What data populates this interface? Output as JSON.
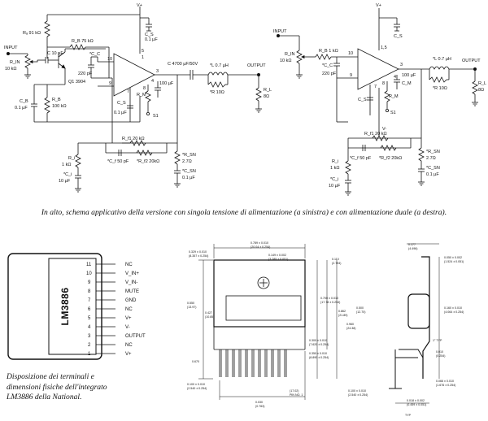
{
  "captions": {
    "top": "In alto, schema applicativo della versione con singola tensione di alimentazione (a sinistra) e con alimentazione duale (a destra).",
    "bottom_lines": [
      "Disposizione dei terminali e",
      "dimensioni fisiche dell'integrato",
      "LM3886 della National."
    ]
  },
  "left_schematic": {
    "vplus": "V+",
    "ra": "Rₐ 91 kΩ",
    "rb": "R_B 75 kΩ",
    "input": "INPUT",
    "rin": "R_IN",
    "rin_val": "10 kΩ",
    "c10": "C 10 µF",
    "cc_star": "*C_C",
    "cc_val": "220 pF",
    "q1": "Q1 3904",
    "cb": "C_B",
    "cb_val": "0.1 µF",
    "rb2": "R_B",
    "rb2_val": "100 kΩ",
    "cs": "C_S",
    "cs_val": "0.1 µF",
    "cs2": "C_S",
    "cs2_val": "0.1 µF",
    "c4700": "C 4700 µF/50V",
    "l": "*L 0.7 µH",
    "r10": "*R 10Ω",
    "output": "OUTPUT",
    "rl": "R_L",
    "rl_val": "8Ω",
    "c100": "100 µF",
    "rm": "R_M",
    "s1": "S1",
    "rf": "R_f1 20 kΩ",
    "ri": "R_i",
    "ri_val": "1 kΩ",
    "ci": "*C_i",
    "ci_val": "10 µF",
    "cf": "*C_f 50 pF",
    "rf2": "*R_f2 20kΩ",
    "rsn": "*R_SN",
    "rsn_val": "2.7Ω",
    "csn": "*C_SN",
    "csn_val": "0.1 µF",
    "pins": [
      "10",
      "9",
      "3",
      "4",
      "7",
      "8",
      "1",
      "5"
    ]
  },
  "right_schematic": {
    "vplus": "V+",
    "vminus": "V-",
    "input": "INPUT",
    "rb": "R_B 1 kΩ",
    "rin": "R_IN",
    "rin_val": "10 kΩ",
    "cc": "*C_C",
    "cc_val": "220 pF",
    "cs": "C_S",
    "cs2": "C_S",
    "c100": "100 µF",
    "cm": "C_M",
    "rm": "R_M",
    "s1": "S1",
    "l": "*L 0.7 µH",
    "r10": "*R 10Ω",
    "output": "OUTPUT",
    "rl": "R_L",
    "rl_val": "8Ω",
    "rf": "R_f1 20 kΩ",
    "ri": "R_i",
    "ri_val": "1 kΩ",
    "ci": "*C_i",
    "ci_val": "10 µF",
    "cf": "*C_f 50 pF",
    "rf2": "*R_f2 20kΩ",
    "rsn": "*R_SN",
    "rsn_val": "2.7Ω",
    "csn": "*C_SN",
    "csn_val": "0.1 µF",
    "pins": [
      "10",
      "9",
      "3",
      "4",
      "7",
      "8",
      "1,5"
    ]
  },
  "ic": {
    "name": "LM3886",
    "pins": [
      {
        "num": "11",
        "label": "NC"
      },
      {
        "num": "10",
        "label": "V_IN+"
      },
      {
        "num": "9",
        "label": "V_IN-"
      },
      {
        "num": "8",
        "label": "MUTE"
      },
      {
        "num": "7",
        "label": "GND"
      },
      {
        "num": "6",
        "label": "NC"
      },
      {
        "num": "5",
        "label": "V+"
      },
      {
        "num": "4",
        "label": "V-"
      },
      {
        "num": "3",
        "label": "OUTPUT"
      },
      {
        "num": "2",
        "label": "NC"
      },
      {
        "num": "1",
        "label": "V+"
      }
    ]
  },
  "dimensions": [
    "0.789 ± 0.010",
    "(20.04 ± 0.254)",
    "0.329 ± 0.010",
    "(8.357 ± 0.254)",
    "0.149 ± 0.002",
    "(3.785 ± 0.051)",
    "0.110",
    "(2.794)",
    "0.177",
    "(4.496)",
    "0.050 ± 0.002",
    "(1.524 ± 0.051)",
    "0.550",
    "(13.97)",
    "0.427",
    "(10.85)",
    "0.700 ± 0.010",
    "(17.78 ± 0.254)",
    "0.862",
    "(21.89)",
    "0.960",
    "(24.38)",
    "0.500",
    "(12.70)",
    "0.300 ± 0.010",
    "(7.620 ± 0.254)",
    "0.350 ± 0.010",
    "(8.890 ± 0.254)",
    "0.160 ± 0.010",
    "(4.064 ± 0.254)",
    "0.010",
    "(0.254)",
    "0.100 ± 0.010",
    "(2.540 ± 0.254)",
    "0.030",
    "(0.763)",
    "0.670",
    "(17.02)",
    "PIN NO. 1",
    "0.100 ± 0.010",
    "(2.540 ± 0.254)",
    "0.018 ± 0.002",
    "(0.459 ± 0.051)",
    "0.066 ± 0.010",
    "(1.676 ± 0.254)",
    "1° TYP",
    "TYP"
  ]
}
